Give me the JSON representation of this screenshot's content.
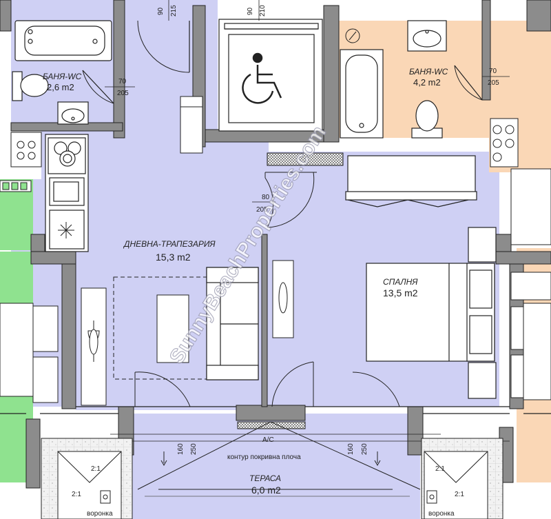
{
  "colors": {
    "living": "#cfd0f4",
    "bath_orange": "#fad7b6",
    "green": "#8fe28f",
    "wall": "#8c8c8c",
    "line": "#222222"
  },
  "rooms": {
    "bath_left": {
      "name": "БАНЯ-WC",
      "area": "2,6 m2"
    },
    "bath_right": {
      "name": "БАНЯ-WC",
      "area": "4,2 m2"
    },
    "living": {
      "name": "ДНЕВНА-ТРАПЕЗАРИЯ",
      "area": "15,3 m2"
    },
    "bedroom": {
      "name": "СПАЛНЯ",
      "area": "13,5 m2"
    },
    "terrace": {
      "name": "ТЕРАСА",
      "area": "6,0 m2"
    }
  },
  "dims": {
    "entry_left_w": "90",
    "entry_left_h": "215",
    "entry_right_w": "90",
    "entry_right_h": "210",
    "bath_left_w": "70",
    "bath_left_h": "205",
    "bath_right_w": "70",
    "bath_right_h": "205",
    "bed_door_w": "80",
    "bed_door_h": "205",
    "terrace_l1": "160",
    "terrace_l2": "250",
    "terrace_r1": "160",
    "terrace_r2": "250"
  },
  "notes": {
    "ac": "A/C",
    "roof": "контур покривна плоча",
    "slope_1": "2:1",
    "slope_2": "2:1",
    "slope_3": "2:1",
    "slope_4": "2:1",
    "drain_left": "воронка",
    "drain_right": "воронка"
  },
  "icons": {
    "elevator": "wheelchair-icon",
    "cooktop": "cooktop-icon"
  },
  "watermark": "SunnyBeachProperties.com"
}
